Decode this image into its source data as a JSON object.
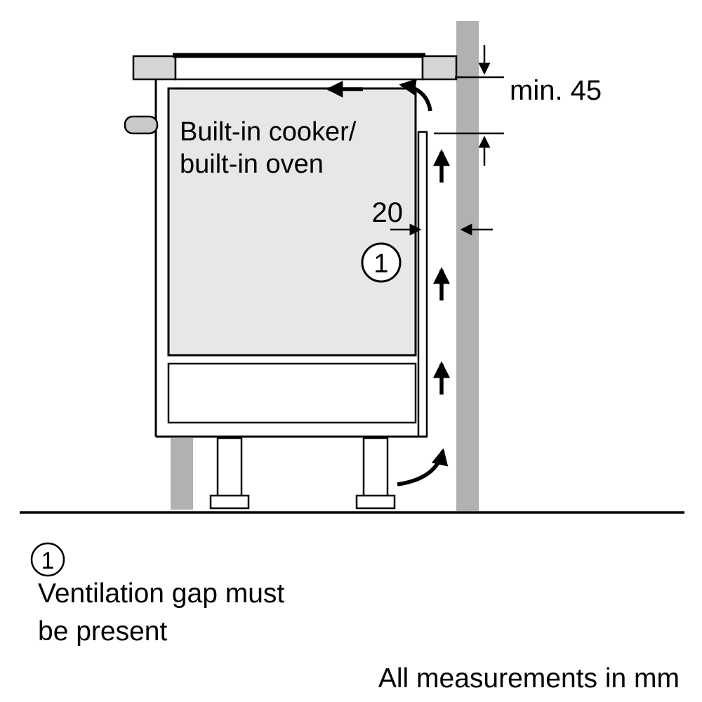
{
  "diagram": {
    "labels": {
      "oven_line1": "Built-in cooker/",
      "oven_line2": "built-in oven",
      "dim_min45": "min. 45",
      "dim_20": "20",
      "callout_1": "1"
    },
    "colors": {
      "wall": "#b1b1b1",
      "plinth": "#b1b1b1",
      "oven_fill": "#e7e7e7",
      "end_block": "#d6d6d6",
      "handle": "#c9c9c9",
      "line": "#000000"
    }
  },
  "legend": {
    "marker": "1",
    "line1": "Ventilation gap must",
    "line2": "be present"
  },
  "footer": {
    "note": "All measurements in mm"
  }
}
